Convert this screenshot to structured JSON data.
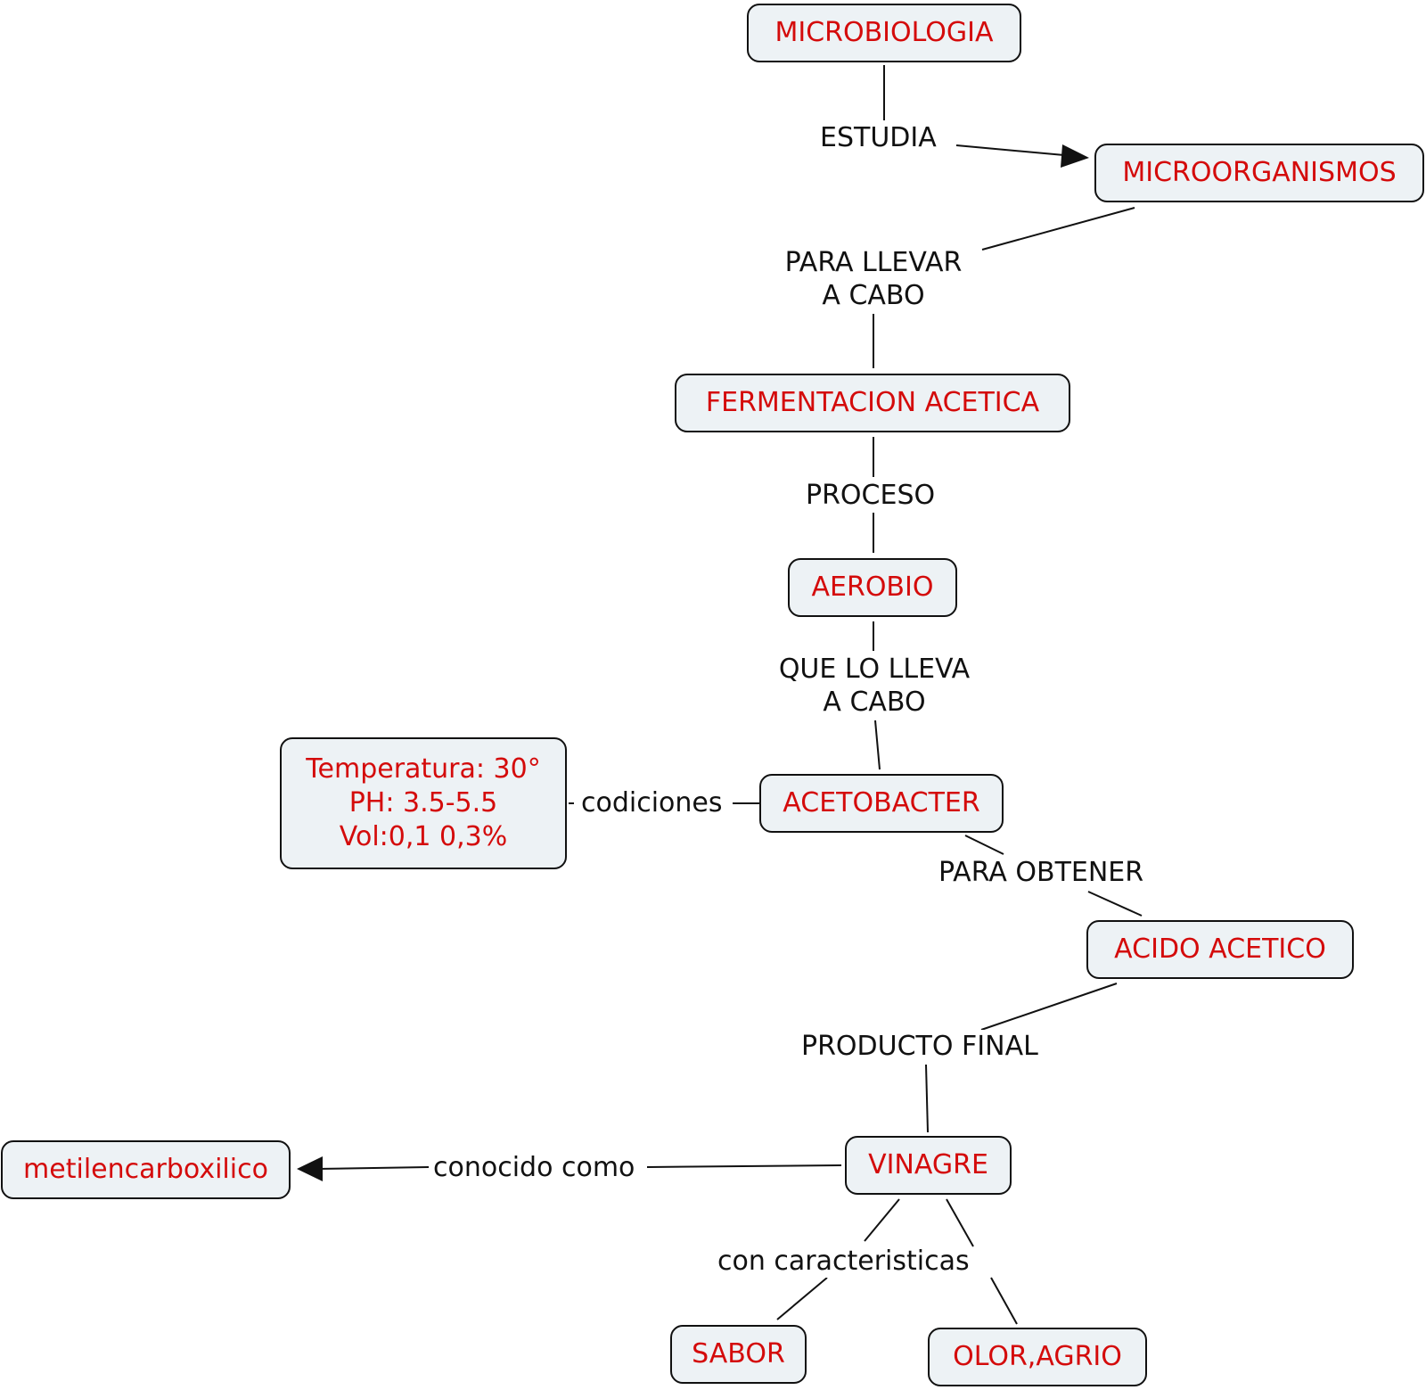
{
  "concepts": {
    "microbiologia": "MICROBIOLOGIA",
    "microorganismos": "MICROORGANISMOS",
    "fermentacion": "FERMENTACION ACETICA",
    "aerobio": "AEROBIO",
    "acetobacter": "ACETOBACTER",
    "condiciones_line1": "Temperatura: 30°",
    "condiciones_line2": "PH: 3.5-5.5",
    "condiciones_line3": "Vol:0,1 0,3%",
    "acido": "ACIDO ACETICO",
    "vinagre": "VINAGRE",
    "metilen": "metilencarboxilico",
    "sabor": "SABOR",
    "olor": "OLOR,AGRIO"
  },
  "links": {
    "estudia": "ESTUDIA",
    "para_llevar_1": "PARA LLEVAR",
    "para_llevar_2": "A CABO",
    "proceso": "PROCESO",
    "que_lo_1": "QUE LO LLEVA",
    "que_lo_2": "A CABO",
    "codiciones": "codiciones",
    "para_obtener": "PARA OBTENER",
    "producto_final": "PRODUCTO FINAL",
    "conocido_como": "conocido como",
    "con_caracteristicas": "con caracteristicas"
  },
  "colors": {
    "concept_text": "#d40b0b",
    "concept_fill": "#edf2f5",
    "line": "#111111"
  }
}
